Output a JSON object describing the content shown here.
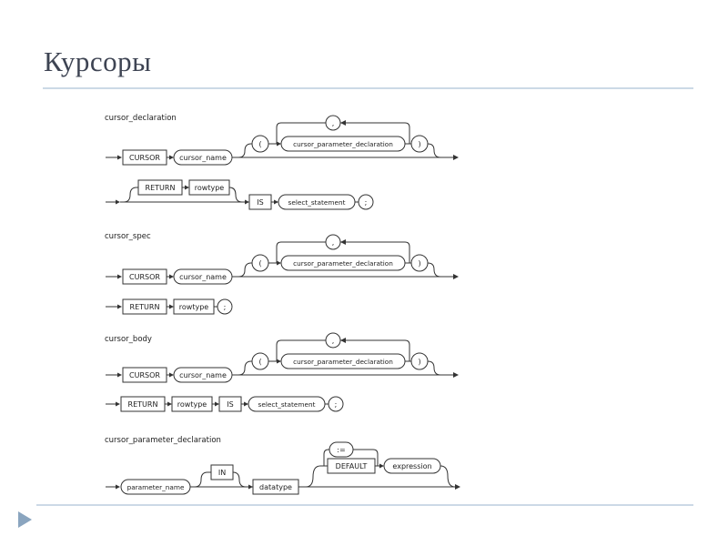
{
  "slide": {
    "title": "Курсоры"
  },
  "colors": {
    "title_text": "#3e4453",
    "rule_line": "#ccd9e6",
    "footer_arrow": "#8aa5bf",
    "diagram_stroke": "#333333"
  },
  "diagrams": {
    "cursor_declaration": {
      "label": "cursor_declaration",
      "kw_cursor": "CURSOR",
      "cursor_name": "cursor_name",
      "open_paren": "(",
      "comma": ",",
      "param_decl": "cursor_parameter_declaration",
      "close_paren": ")",
      "kw_return": "RETURN",
      "rowtype": "rowtype",
      "kw_is": "IS",
      "select_statement": "select_statement",
      "semicolon": ";"
    },
    "cursor_spec": {
      "label": "cursor_spec",
      "kw_cursor": "CURSOR",
      "cursor_name": "cursor_name",
      "open_paren": "(",
      "comma": ",",
      "param_decl": "cursor_parameter_declaration",
      "close_paren": ")",
      "kw_return": "RETURN",
      "rowtype": "rowtype",
      "semicolon": ";"
    },
    "cursor_body": {
      "label": "cursor_body",
      "kw_cursor": "CURSOR",
      "cursor_name": "cursor_name",
      "open_paren": "(",
      "comma": ",",
      "param_decl": "cursor_parameter_declaration",
      "close_paren": ")",
      "kw_return": "RETURN",
      "rowtype": "rowtype",
      "kw_is": "IS",
      "select_statement": "select_statement",
      "semicolon": ";"
    },
    "cursor_parameter_declaration": {
      "label": "cursor_parameter_declaration",
      "parameter_name": "parameter_name",
      "kw_in": "IN",
      "datatype": "datatype",
      "assign": ":=",
      "kw_default": "DEFAULT",
      "expression": "expression"
    }
  }
}
